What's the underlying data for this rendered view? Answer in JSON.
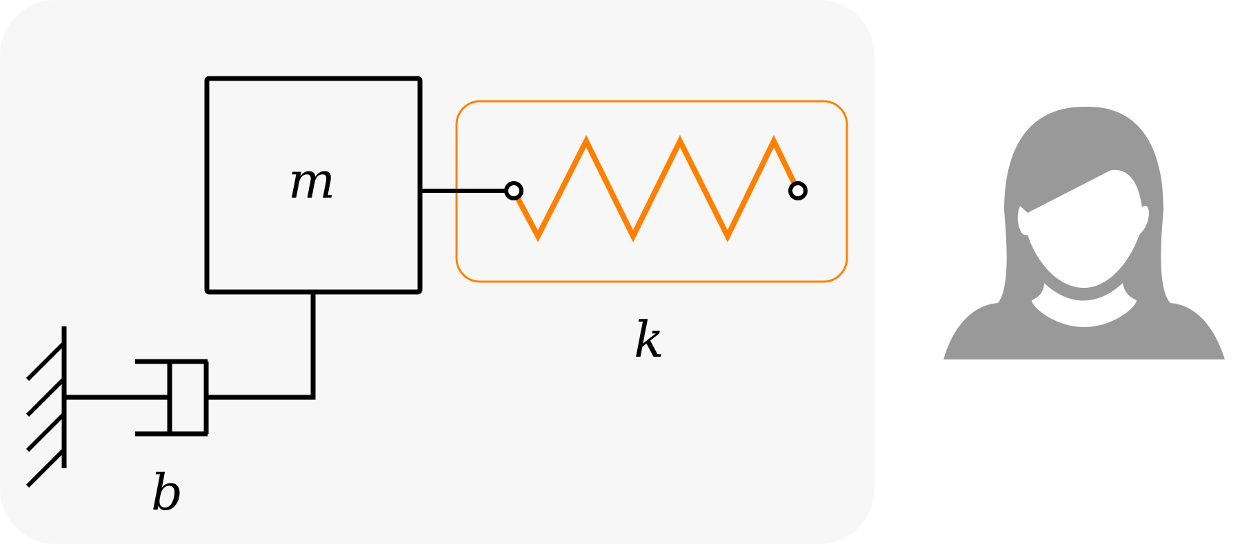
{
  "diagram": {
    "labels": {
      "mass": "m",
      "spring": "k",
      "damper": "b"
    },
    "icons": {
      "user_avatar": "female-user-silhouette-icon"
    },
    "colors": {
      "panel_background": "#f7f7f7",
      "line": "#000000",
      "spring_highlight": "#ff8000",
      "avatar_fill": "#999999",
      "avatar_face": "#ffffff"
    }
  }
}
